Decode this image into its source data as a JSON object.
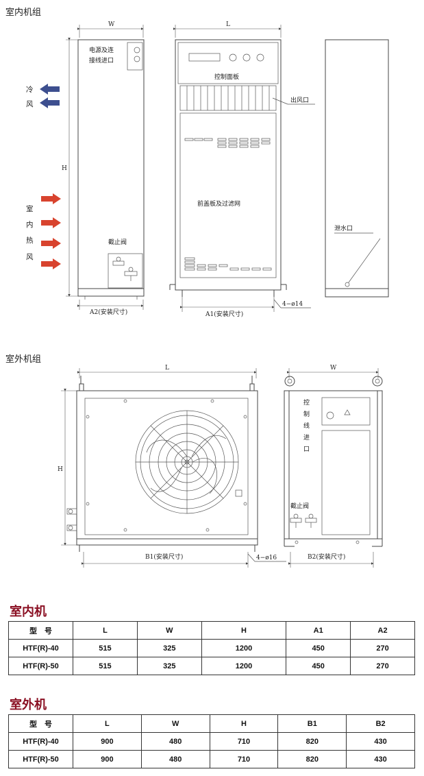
{
  "indoor_diagram": {
    "section_title": "室内机组",
    "side_view": {
      "dim_w": "W",
      "dim_h": "H",
      "dim_a2": "A2(安装尺寸)",
      "label_power_l1": "电源及连",
      "label_power_l2": "接线进口",
      "label_valve": "截止阀"
    },
    "cold_air_chars": [
      "冷",
      "风"
    ],
    "hot_air_chars": [
      "室",
      "内",
      "热",
      "风"
    ],
    "front_view": {
      "dim_l": "L",
      "dim_a1": "A1(安装尺寸)",
      "dim_holes": "4−ø14",
      "label_control_panel": "控制面板",
      "label_air_outlet": "出风口",
      "label_filter": "前盖板及过滤网"
    },
    "back_view": {
      "label_drain": "泄水口"
    }
  },
  "outdoor_diagram": {
    "section_title": "室外机组",
    "front_view": {
      "dim_l": "L",
      "dim_h": "H",
      "dim_b1": "B1(安装尺寸)",
      "dim_holes": "4−ø16"
    },
    "side_view": {
      "dim_w": "W",
      "dim_b2": "B2(安装尺寸)",
      "label_control_chars": [
        "控",
        "制",
        "线",
        "进",
        "口"
      ],
      "label_valve": "截止阀"
    }
  },
  "indoor_table": {
    "title": "室内机",
    "headers": [
      "型　号",
      "L",
      "W",
      "H",
      "A1",
      "A2"
    ],
    "rows": [
      [
        "HTF(R)-40",
        "515",
        "325",
        "1200",
        "450",
        "270"
      ],
      [
        "HTF(R)-50",
        "515",
        "325",
        "1200",
        "450",
        "270"
      ]
    ]
  },
  "outdoor_table": {
    "title": "室外机",
    "headers": [
      "型　号",
      "L",
      "W",
      "H",
      "B1",
      "B2"
    ],
    "rows": [
      [
        "HTF(R)-40",
        "900",
        "480",
        "710",
        "820",
        "430"
      ],
      [
        "HTF(R)-50",
        "900",
        "480",
        "710",
        "820",
        "430"
      ]
    ]
  },
  "colors": {
    "cold_arrow": "#3d4f8f",
    "hot_arrow": "#d8432e",
    "table_title": "#8a0f22"
  }
}
